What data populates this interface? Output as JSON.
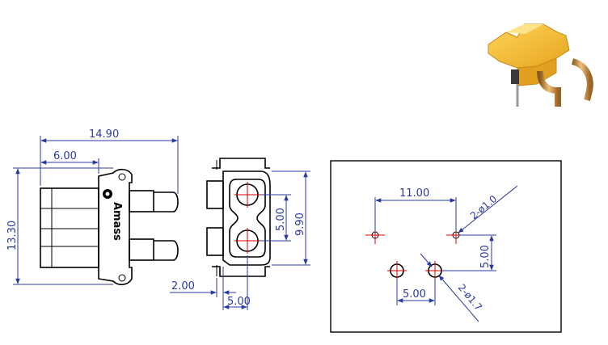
{
  "colors": {
    "dimension": "#2a3aa0",
    "outline": "#000000",
    "center_mark": "#e00000",
    "connector_body": "#f4bd2e"
  },
  "brand_label": "Amass",
  "side_view": {
    "overall_width": "14.90",
    "body_width": "6.00",
    "height": "13.30"
  },
  "front_view": {
    "offset": "2.00",
    "pin_offset": "5.00",
    "pitch": "5.00",
    "height": "9.90"
  },
  "pcb_layout": {
    "hole_spacing": "11.00",
    "small_holes": "2-ø1.0",
    "vertical_offset": "5.00",
    "large_hole_spacing": "5.00",
    "large_holes": "2-ø1.7"
  }
}
